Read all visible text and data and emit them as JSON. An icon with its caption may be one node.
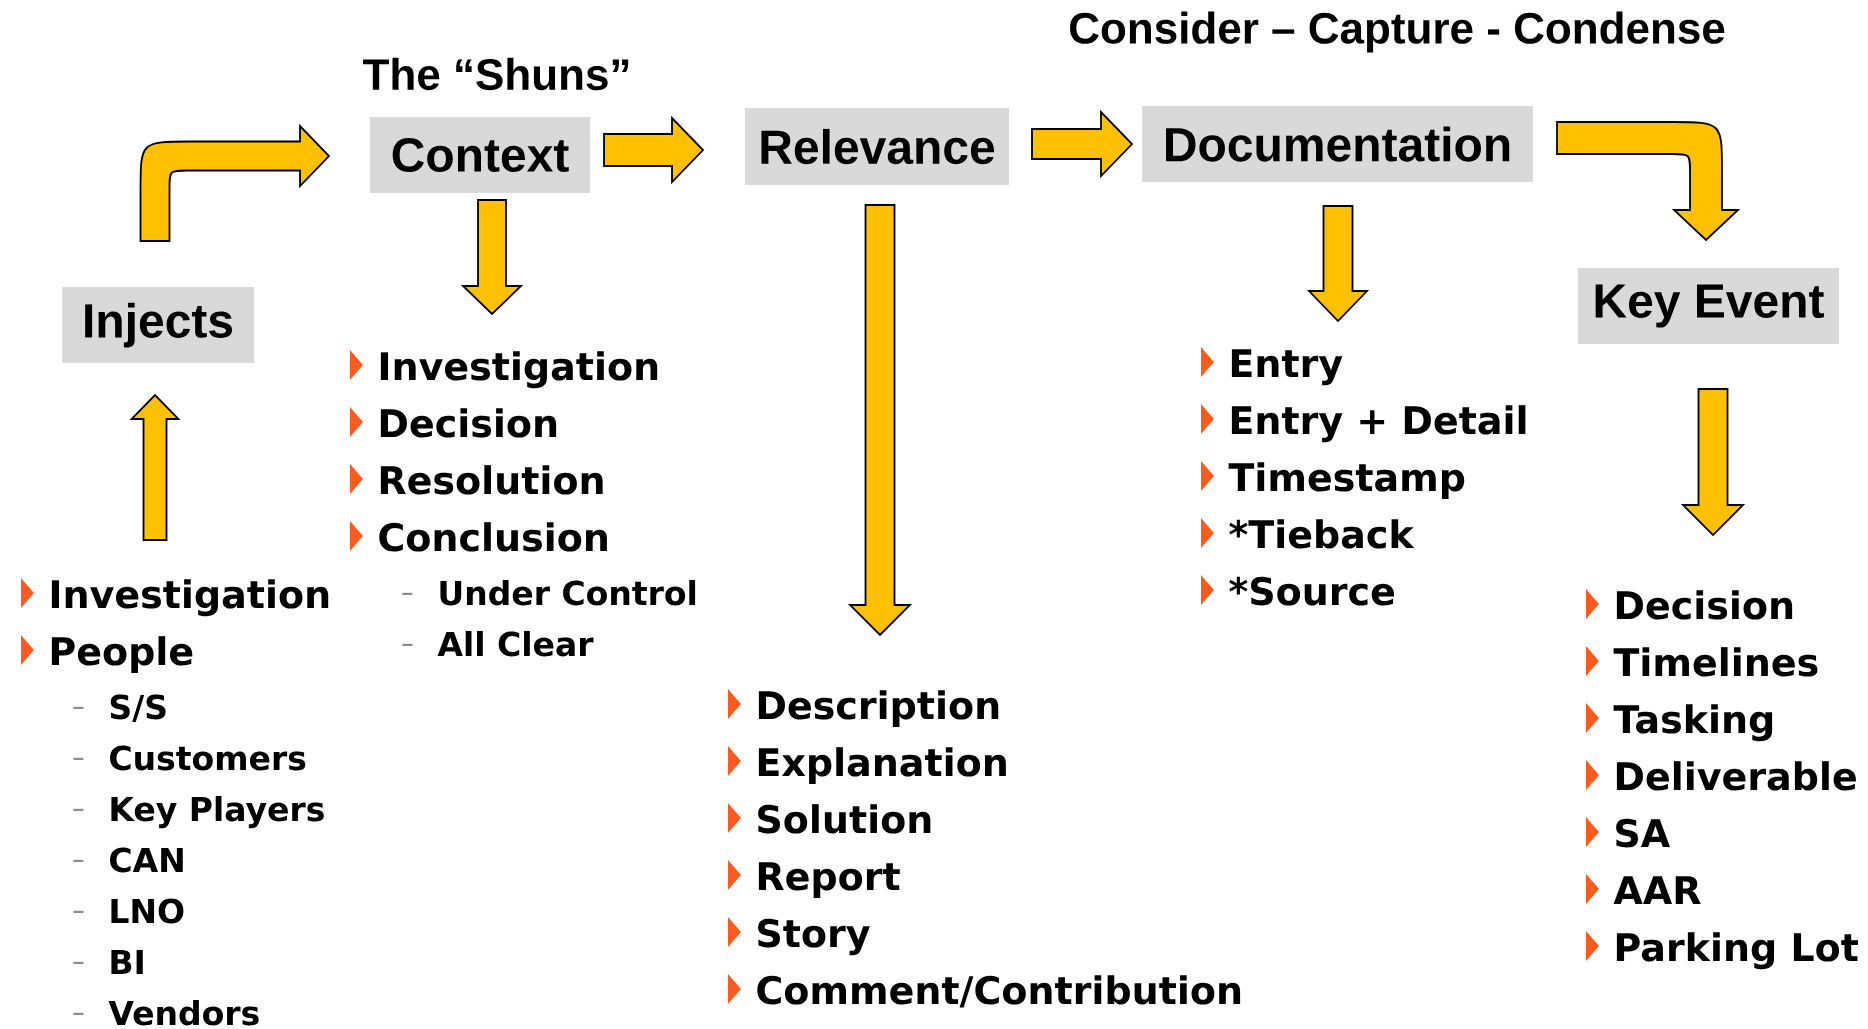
{
  "diagram": {
    "nodes": [
      {
        "text": [
          "Injects"
        ]
      },
      {
        "text": [
          "Context"
        ]
      },
      {
        "text": [
          "Relevance"
        ]
      },
      {
        "text": [
          "Documentation"
        ]
      },
      {
        "text": [
          "Key Event"
        ]
      },
      {
        "text": [
          "Investigation",
          "People",
          "S/S",
          "Customers",
          "Key Players",
          "CAN",
          "LNO",
          "BI",
          "Vendors"
        ]
      },
      {
        "text": [
          "Investigation",
          "Decision",
          "Resolution",
          "Conclusion",
          "Under Control",
          "All Clear"
        ]
      },
      {
        "text": [
          "Description",
          "Explanation",
          "Solution",
          "Report",
          "Story",
          "Comment/Contribution"
        ]
      },
      {
        "text": [
          "Entry",
          "Entry + Detail",
          "Timestamp",
          "*Tieback",
          "*Source"
        ]
      },
      {
        "text": [
          "Decision",
          "Timelines",
          "Tasking",
          "Deliverable",
          "SA",
          "AAR",
          "Parking Lot"
        ]
      }
    ],
    "edges": [
      {
        "from": 5,
        "to": 0,
        "arrow": "to"
      },
      {
        "from": 0,
        "to": 1,
        "arrow": "to"
      },
      {
        "from": 1,
        "to": 6,
        "arrow": "to"
      },
      {
        "from": 1,
        "to": 2,
        "arrow": "to"
      },
      {
        "from": 2,
        "to": 7,
        "arrow": "to"
      },
      {
        "from": 2,
        "to": 3,
        "arrow": "to"
      },
      {
        "from": 3,
        "to": 8,
        "arrow": "to"
      },
      {
        "from": 3,
        "to": 4,
        "arrow": "to"
      },
      {
        "from": 4,
        "to": 9,
        "arrow": "to"
      }
    ],
    "labels": [
      "The “Shuns”",
      "Consider – Capture - Condense"
    ]
  }
}
